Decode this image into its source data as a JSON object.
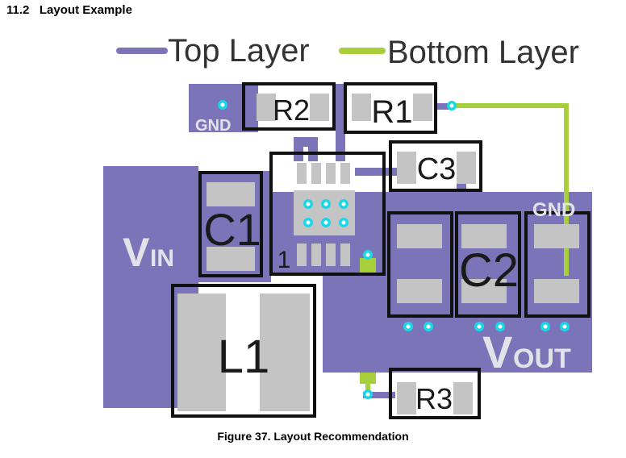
{
  "section": {
    "number": "11.2",
    "title": "Layout Example"
  },
  "legend": {
    "top": "Top Layer",
    "bottom": "Bottom Layer"
  },
  "colors": {
    "top_layer": "#7b74b8",
    "bottom_layer": "#a6cf3b",
    "pad": "#c4c4c4",
    "via": "#19d7e6",
    "outline": "#111111"
  },
  "components": {
    "r1": "R1",
    "r2": "R2",
    "r3": "R3",
    "c1": "C1",
    "c2": "C2",
    "c3": "C3",
    "l1": "L1",
    "pin1": "1"
  },
  "nets": {
    "gnd_left": "GND",
    "gnd_right": "GND",
    "vin_main": "V",
    "vin_sub": "IN",
    "vout_main": "V",
    "vout_sub": "OUT"
  },
  "caption": "Figure 37.  Layout Recommendation"
}
